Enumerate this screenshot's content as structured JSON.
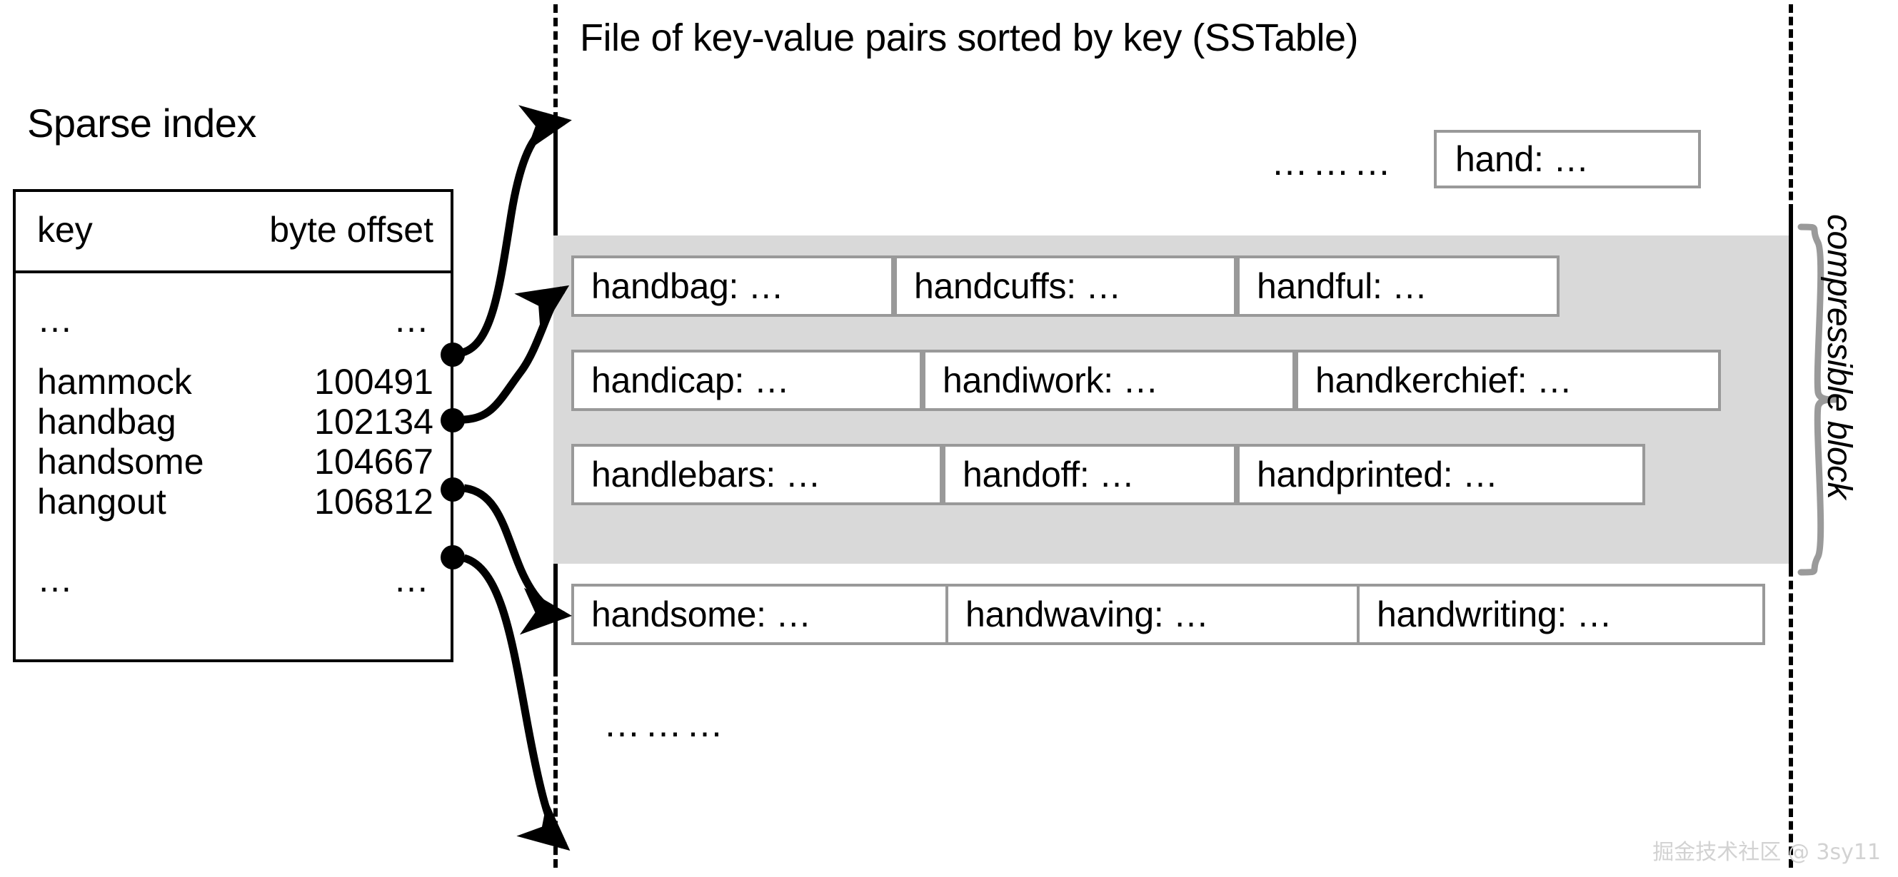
{
  "sparse_index": {
    "title": "Sparse index",
    "columns": [
      "key",
      "byte offset"
    ],
    "rows": [
      {
        "key": "…",
        "offset": "…"
      },
      {
        "key": "hammock",
        "offset": "100491"
      },
      {
        "key": "handbag",
        "offset": "102134"
      },
      {
        "key": "handsome",
        "offset": "104667"
      },
      {
        "key": "hangout",
        "offset": "106812"
      },
      {
        "key": "…",
        "offset": "…"
      }
    ]
  },
  "sstable": {
    "title": "File of key-value pairs sorted by key (SSTable)",
    "top_ellipsis": "………",
    "bottom_ellipsis": "………",
    "head_entry": "hand: …",
    "rows": [
      [
        "handbag: …",
        "handcuffs: …",
        "handful: …"
      ],
      [
        "handicap: …",
        "handiwork: …",
        "handkerchief: …"
      ],
      [
        "handlebars: …",
        "handoff: …",
        "handprinted: …"
      ],
      [
        "handsome: …",
        "handwaving: …",
        "handwriting: …"
      ]
    ]
  },
  "annotation": {
    "compressible_block_label": "compressible block"
  },
  "colors": {
    "block_fill": "#d9d9d9",
    "cell_border": "#999999",
    "outline": "#000000",
    "brace": "#9a9a9a",
    "watermark": "#d2d2d2"
  },
  "watermark": "掘金技术社区 @ 3sy11"
}
